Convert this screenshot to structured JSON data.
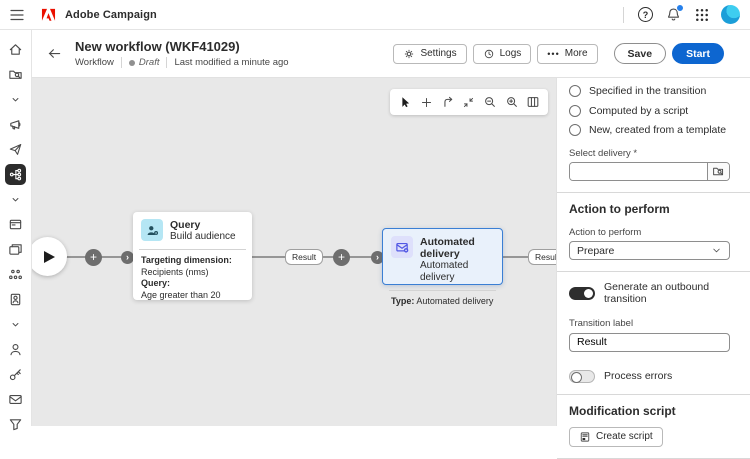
{
  "topbar": {
    "app_title": "Adobe Campaign"
  },
  "icons": {
    "help": "?",
    "more": "•••",
    "plus": "+",
    "arrow": "›"
  },
  "header": {
    "title": "New workflow (WKF41029)",
    "type_label": "Workflow",
    "status": "Draft",
    "modified": "Last modified a minute ago",
    "settings_label": "Settings",
    "logs_label": "Logs",
    "more_label": "More",
    "save_label": "Save",
    "start_label": "Start"
  },
  "sidebar": {
    "items": [
      "home",
      "explorer",
      "chevron-down",
      "campaigns",
      "deliveries",
      "workflows",
      "chevron-down",
      "landing-pages",
      "content-templates",
      "audiences",
      "badges",
      "chevron-down",
      "profiles",
      "administration",
      "subscriptions",
      "query-filters"
    ],
    "selected": "workflows"
  },
  "canvas": {
    "toolbar": {
      "tools": [
        "select",
        "add-activity",
        "add-transition",
        "fit-view",
        "zoom-out",
        "zoom-in",
        "map-view"
      ]
    },
    "query_node": {
      "title": "Query",
      "subtitle": "Build audience",
      "field1_label": "Targeting dimension:",
      "field1_value": "Recipients (nms)",
      "field2_label": "Query:",
      "field2_value": "Age greater than 20"
    },
    "delivery_node": {
      "title": "Automated delivery",
      "subtitle": "Automated delivery",
      "type_label": "Type:",
      "type_value": "Automated delivery"
    },
    "transition1_label": "Result",
    "transition2_label": "Result"
  },
  "panel": {
    "radios": [
      "Specified in the transition",
      "Computed by a script",
      "New, created from a template"
    ],
    "select_delivery_label": "Select delivery",
    "required_marker": "*",
    "select_delivery_value": "",
    "action_heading": "Action to perform",
    "action_label": "Action to perform",
    "action_value": "Prepare",
    "outbound_toggle_label": "Generate an outbound transition",
    "outbound_toggle_state": "on",
    "transition_label_label": "Transition label",
    "transition_label_value": "Result",
    "process_errors_label": "Process errors",
    "process_errors_state": "off",
    "modification_heading": "Modification script",
    "create_script_label": "Create script"
  },
  "colors": {
    "accent": "#0d66d0",
    "canvas_bg": "#e8e8e8",
    "selected_node_border": "#3b7fd4",
    "query_icon_bg": "#b5e6f4",
    "delivery_icon_bg": "#dee0fb",
    "delivery_icon_fg": "#5258e4",
    "notification_dot": "#2680eb"
  }
}
